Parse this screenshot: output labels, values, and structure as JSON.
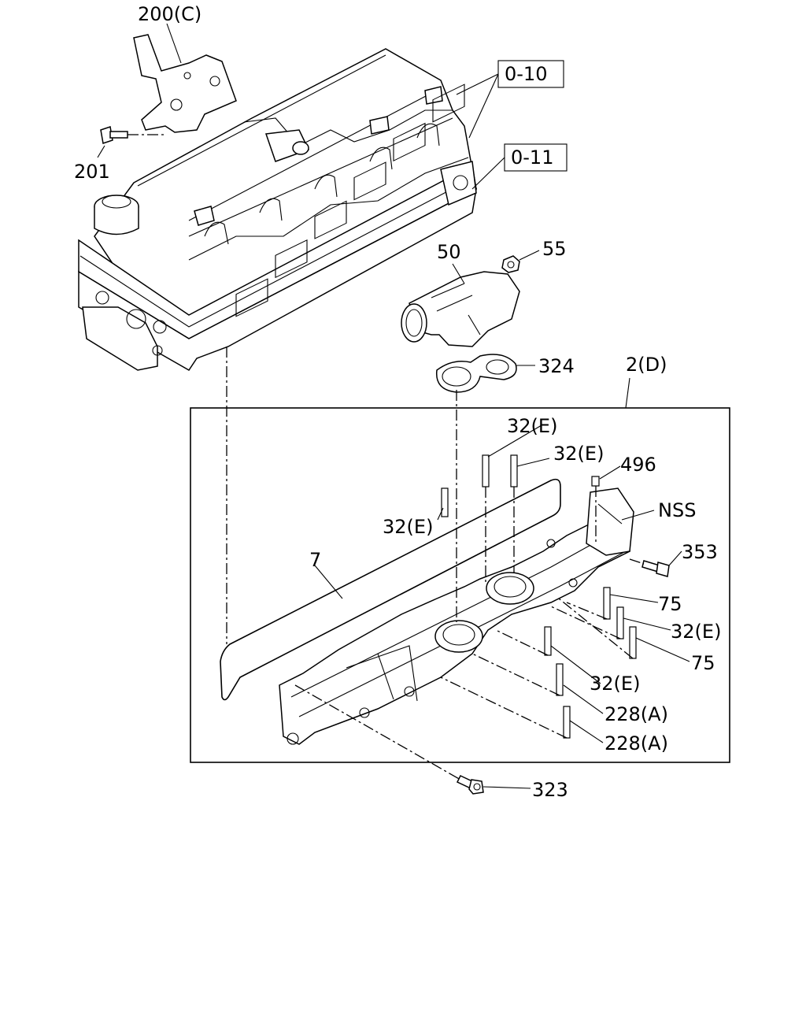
{
  "labels": {
    "l_200c": "200(C)",
    "l_201": "201",
    "l_0_10": "0-10",
    "l_0_11": "0-11",
    "l_50": "50",
    "l_55": "55",
    "l_324": "324",
    "l_2d": "2(D)",
    "l_32e_a": "32(E)",
    "l_32e_b": "32(E)",
    "l_496": "496",
    "l_32e_c": "32(E)",
    "l_nss": "NSS",
    "l_353": "353",
    "l_7": "7",
    "l_75_a": "75",
    "l_32e_d": "32(E)",
    "l_75_b": "75",
    "l_32e_e": "32(E)",
    "l_228a_a": "228(A)",
    "l_228a_b": "228(A)",
    "l_323": "323"
  }
}
